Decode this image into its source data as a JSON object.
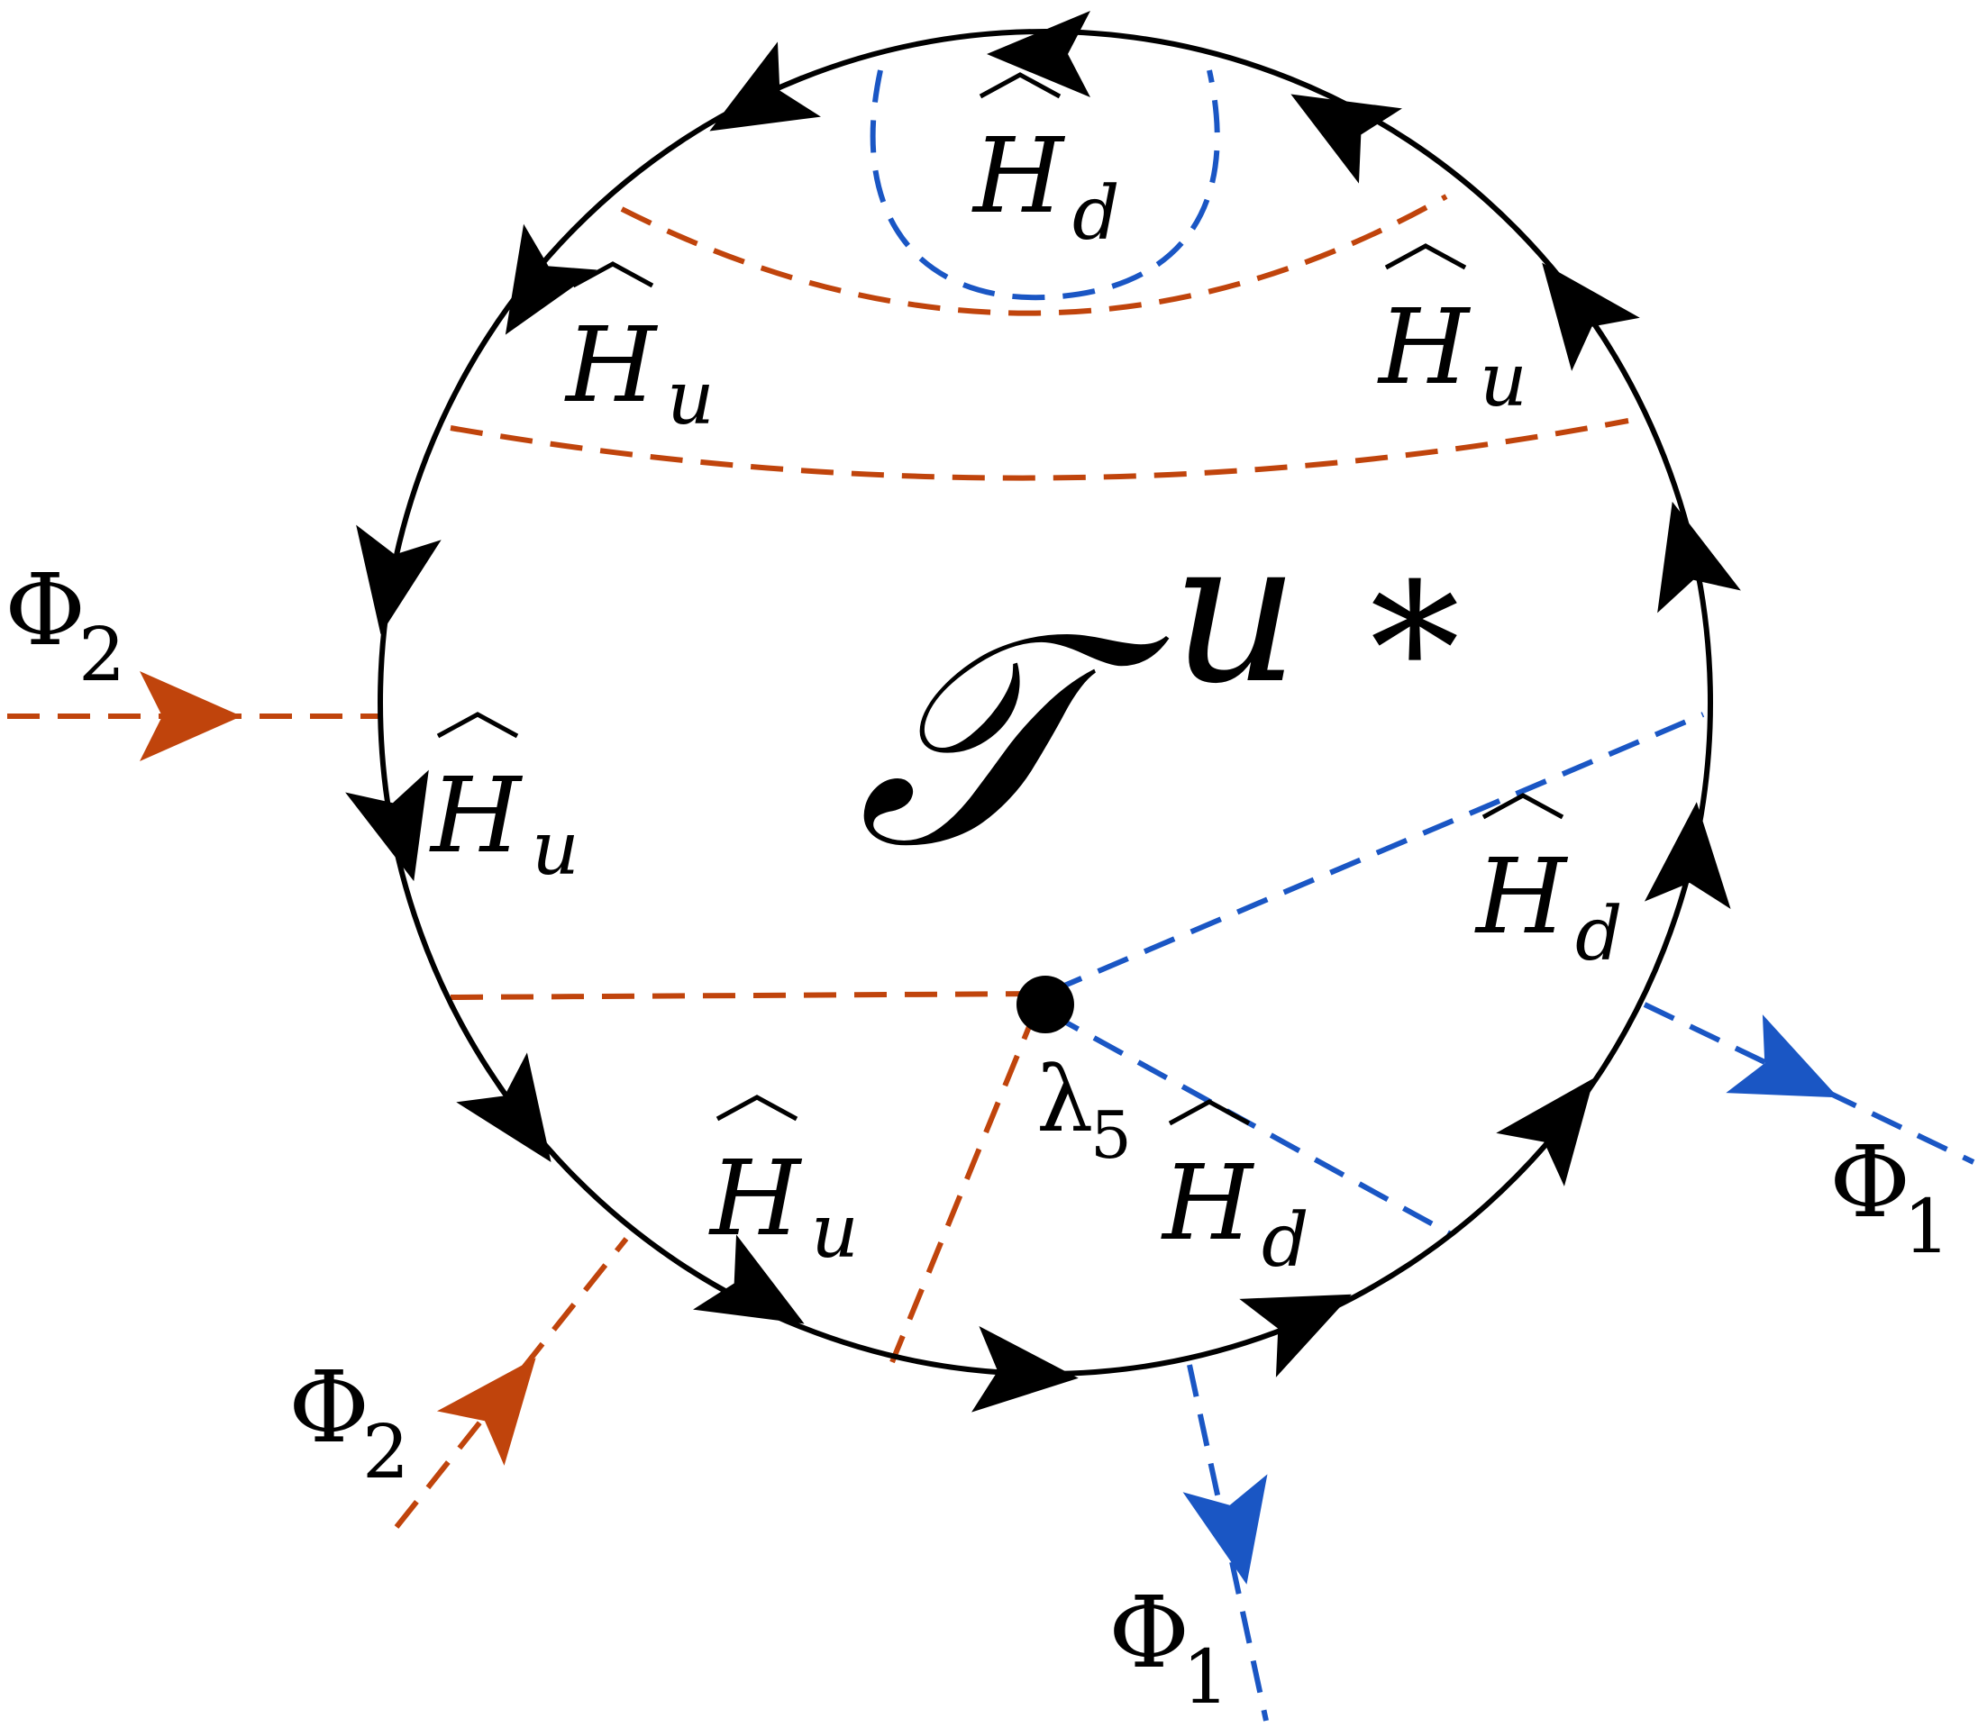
{
  "colors": {
    "loop": "#000000",
    "h_u_line": "#c0440c",
    "h_d_line": "#1a56c4",
    "vertex": "#000000"
  },
  "center_label": {
    "symbol": "𝒯",
    "superscript": "u",
    "star": "*"
  },
  "propagators": {
    "top_inner": {
      "base": "H",
      "sub": "d"
    },
    "upper_left": {
      "base": "H",
      "sub": "u"
    },
    "upper_right": {
      "base": "H",
      "sub": "u"
    },
    "mid_left": {
      "base": "H",
      "sub": "u"
    },
    "mid_right": {
      "base": "H",
      "sub": "d"
    },
    "bottom_left": {
      "base": "H",
      "sub": "u"
    },
    "bottom_right": {
      "base": "H",
      "sub": "d"
    }
  },
  "vertex_label": {
    "base": "λ",
    "sub": "5"
  },
  "external_legs": {
    "phi2_left": {
      "base": "Φ",
      "sub": "2"
    },
    "phi2_bottom": {
      "base": "Φ",
      "sub": "2"
    },
    "phi1_right": {
      "base": "Φ",
      "sub": "1"
    },
    "phi1_bottom": {
      "base": "Φ",
      "sub": "1"
    }
  }
}
